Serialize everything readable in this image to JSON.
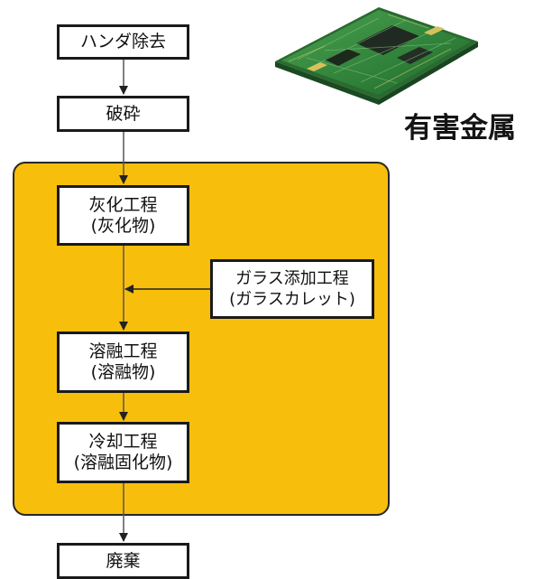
{
  "steps": {
    "solder_removal": "ハンダ除去",
    "crushing": "破砕",
    "ashing": {
      "line1": "灰化工程",
      "line2": "(灰化物)"
    },
    "glass_addition": {
      "line1": "ガラス添加工程",
      "line2": "(ガラスカレット)"
    },
    "melting": {
      "line1": "溶融工程",
      "line2": "(溶融物)"
    },
    "cooling": {
      "line1": "冷却工程",
      "line2": "(溶融固化物)"
    },
    "disposal": "廃棄"
  },
  "label": "有害金属",
  "colors": {
    "panel": "#f8be0c",
    "pcb_board": "#2f8a3a",
    "box_border": "#1a1a1a"
  }
}
